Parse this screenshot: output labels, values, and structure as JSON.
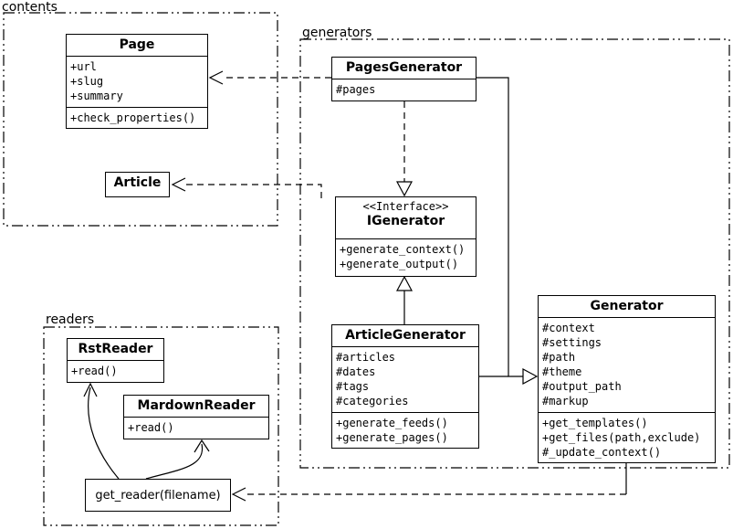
{
  "diagram": {
    "background": "#ffffff",
    "stroke": "#000000"
  },
  "packages": {
    "contents": {
      "label": "contents"
    },
    "generators": {
      "label": "generators"
    },
    "readers": {
      "label": "readers"
    }
  },
  "classes": {
    "page": {
      "title": "Page",
      "attributes": [
        "+url",
        "+slug",
        "+summary"
      ],
      "methods": [
        "+check_properties()"
      ]
    },
    "article": {
      "title": "Article"
    },
    "pages_generator": {
      "title": "PagesGenerator",
      "attributes": [
        "#pages"
      ]
    },
    "igenerator": {
      "stereotype": "<<Interface>>",
      "title": "IGenerator",
      "methods": [
        "+generate_context()",
        "+generate_output()"
      ]
    },
    "article_generator": {
      "title": "ArticleGenerator",
      "attributes": [
        "#articles",
        "#dates",
        "#tags",
        "#categories"
      ],
      "methods": [
        "+generate_feeds()",
        "+generate_pages()"
      ]
    },
    "generator": {
      "title": "Generator",
      "attributes": [
        "#context",
        "#settings",
        "#path",
        "#theme",
        "#output_path",
        "#markup"
      ],
      "methods": [
        "+get_templates()",
        "+get_files(path,exclude)",
        "#_update_context()"
      ]
    },
    "rst_reader": {
      "title": "RstReader",
      "methods": [
        "+read()"
      ]
    },
    "markdown_reader": {
      "title": "MardownReader",
      "methods": [
        "+read()"
      ]
    },
    "get_reader": {
      "title": "get_reader(filename)"
    }
  },
  "relationships": [
    {
      "from": "PagesGenerator",
      "to": "Page",
      "type": "dependency"
    },
    {
      "from": "generators",
      "to": "Article",
      "type": "dependency"
    },
    {
      "from": "PagesGenerator",
      "to": "IGenerator",
      "type": "realization"
    },
    {
      "from": "ArticleGenerator",
      "to": "IGenerator",
      "type": "inheritance"
    },
    {
      "from": "PagesGenerator",
      "to": "Generator",
      "type": "inheritance"
    },
    {
      "from": "ArticleGenerator",
      "to": "Generator",
      "type": "inheritance"
    },
    {
      "from": "Generator",
      "to": "get_reader(filename)",
      "type": "dependency"
    },
    {
      "from": "get_reader(filename)",
      "to": "RstReader",
      "type": "call"
    },
    {
      "from": "get_reader(filename)",
      "to": "MardownReader",
      "type": "call"
    }
  ]
}
